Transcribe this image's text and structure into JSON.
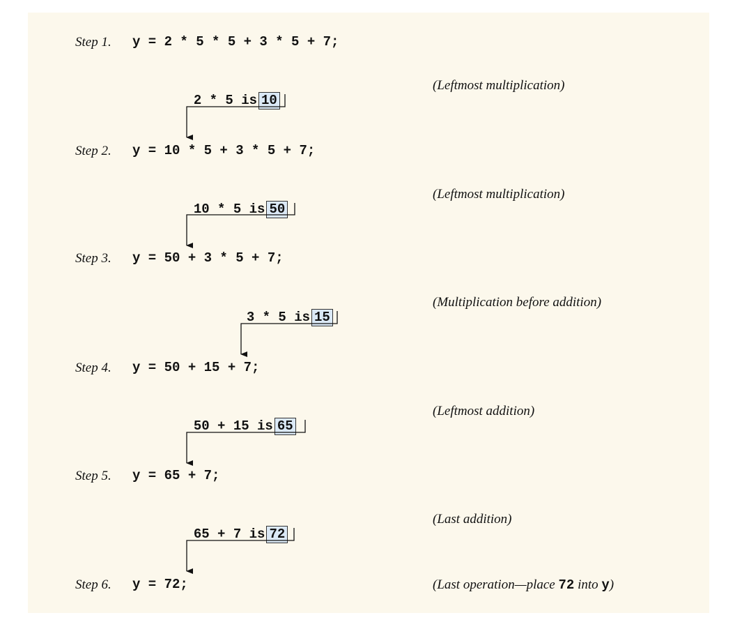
{
  "steps": [
    {
      "label": "Step 1.",
      "expression": "y = 2 * 5 * 5 + 3 * 5 + 7;"
    },
    {
      "label": "Step 2.",
      "expression": "y = 10 * 5 + 3 * 5 + 7;"
    },
    {
      "label": "Step 3.",
      "expression": "y = 50 + 3 * 5 + 7;"
    },
    {
      "label": "Step 4.",
      "expression": "y = 50 + 15 + 7;"
    },
    {
      "label": "Step 5.",
      "expression": "y = 65 + 7;"
    },
    {
      "label": "Step 6.",
      "expression": "y = 72;"
    }
  ],
  "operations": [
    {
      "text": "2 * 5 is",
      "result": "10",
      "comment": "(Leftmost multiplication)"
    },
    {
      "text": "10 * 5 is",
      "result": "50",
      "comment": "(Leftmost multiplication)"
    },
    {
      "text": "3 * 5 is",
      "result": "15",
      "comment": "(Multiplication before addition)"
    },
    {
      "text": "50 + 15 is",
      "result": "65",
      "comment": "(Leftmost addition)"
    },
    {
      "text": "65 + 7 is",
      "result": "72",
      "comment": "(Last addition)"
    }
  ],
  "final_comment": {
    "prefix": "(Last operation—place ",
    "value": "72",
    "middle": " into ",
    "variable": "y",
    "suffix": ")"
  },
  "colors": {
    "panel_background": "#fcf8ec",
    "result_box_fill": "#dbe9f6"
  }
}
